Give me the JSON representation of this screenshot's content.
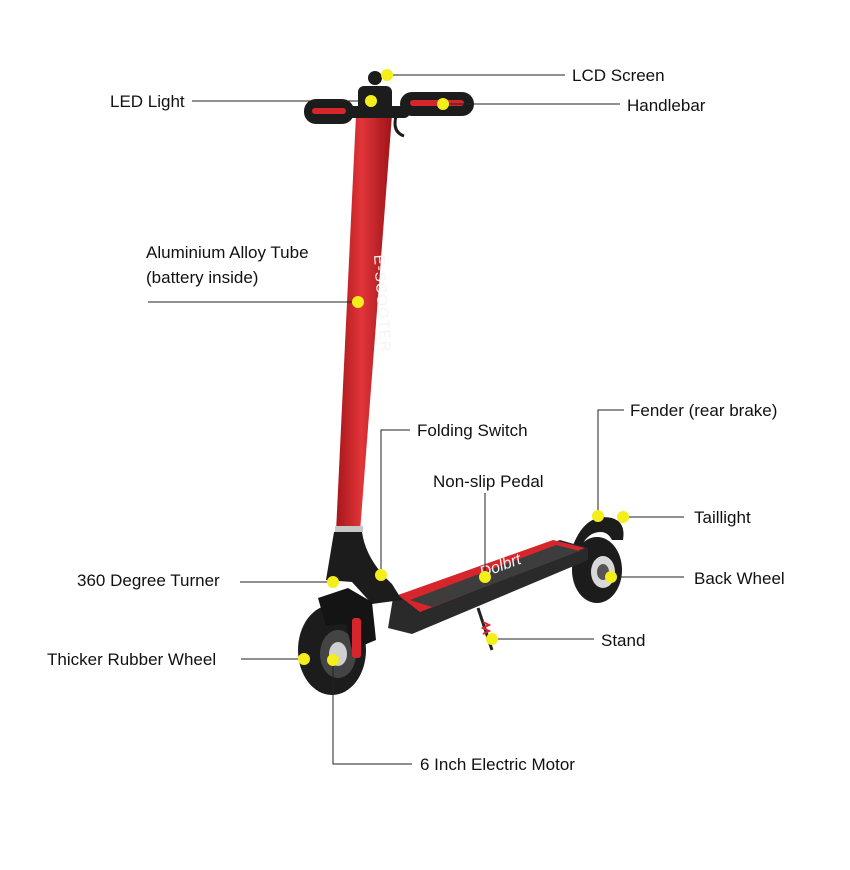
{
  "colors": {
    "frame": "#d6262b",
    "frame_dark": "#a51619",
    "black": "#1c1c1c",
    "deck": "#3a3a3a",
    "marker": "#f4ef1a",
    "text": "#111111"
  },
  "branding": {
    "stem_text": "E-SCOOTER",
    "deck_logo": "Dolbrt"
  },
  "callouts": {
    "lcd_screen": "LCD Screen",
    "led_light": "LED Light",
    "handlebar": "Handlebar",
    "alloy_tube_line1": "Aluminium Alloy Tube",
    "alloy_tube_line2": "(battery inside)",
    "folding_switch": "Folding Switch",
    "fender": "Fender (rear brake)",
    "non_slip_pedal": "Non-slip Pedal",
    "taillight": "Taillight",
    "turner": "360 Degree Turner",
    "back_wheel": "Back Wheel",
    "stand": "Stand",
    "rubber_wheel": "Thicker Rubber Wheel",
    "motor": "6 Inch Electric Motor"
  }
}
